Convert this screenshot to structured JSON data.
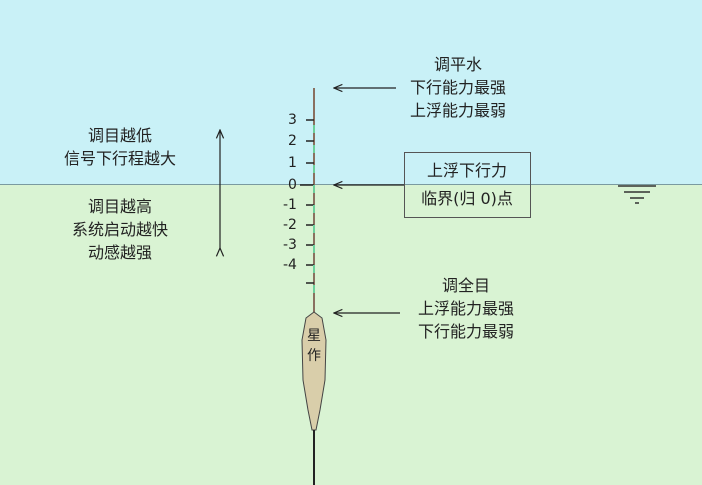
{
  "left": {
    "top": [
      "调目越低",
      "信号下行程越大"
    ],
    "bottom": [
      "调目越高",
      "系统启动越快",
      "动感越强"
    ]
  },
  "right_top": [
    "调平水",
    "下行能力最强",
    "上浮能力最弱"
  ],
  "box": [
    "上浮下行力",
    "临界(归 0)点"
  ],
  "right_bottom": [
    "调全目",
    "上浮能力最强",
    "下行能力最弱"
  ],
  "ticks": [
    "3",
    "2",
    "1",
    "0",
    "-1",
    "-2",
    "-3",
    "-4"
  ],
  "float_label": "星作",
  "colors": {
    "sky": "#c9f1f7",
    "water": "#d9f3d3"
  }
}
